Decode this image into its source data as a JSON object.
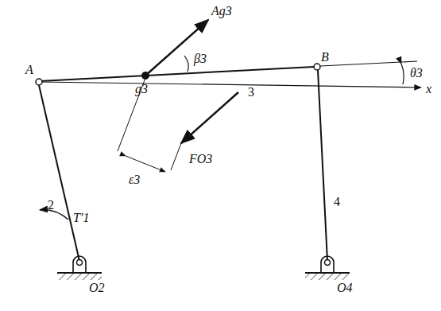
{
  "diagram": {
    "labels": [
      "Ag3",
      "A",
      "g3",
      "β3",
      "B",
      "3",
      "θ3",
      "x",
      "ε3",
      "FO3",
      "2",
      "4",
      "T′1",
      "O2",
      "O4"
    ]
  }
}
